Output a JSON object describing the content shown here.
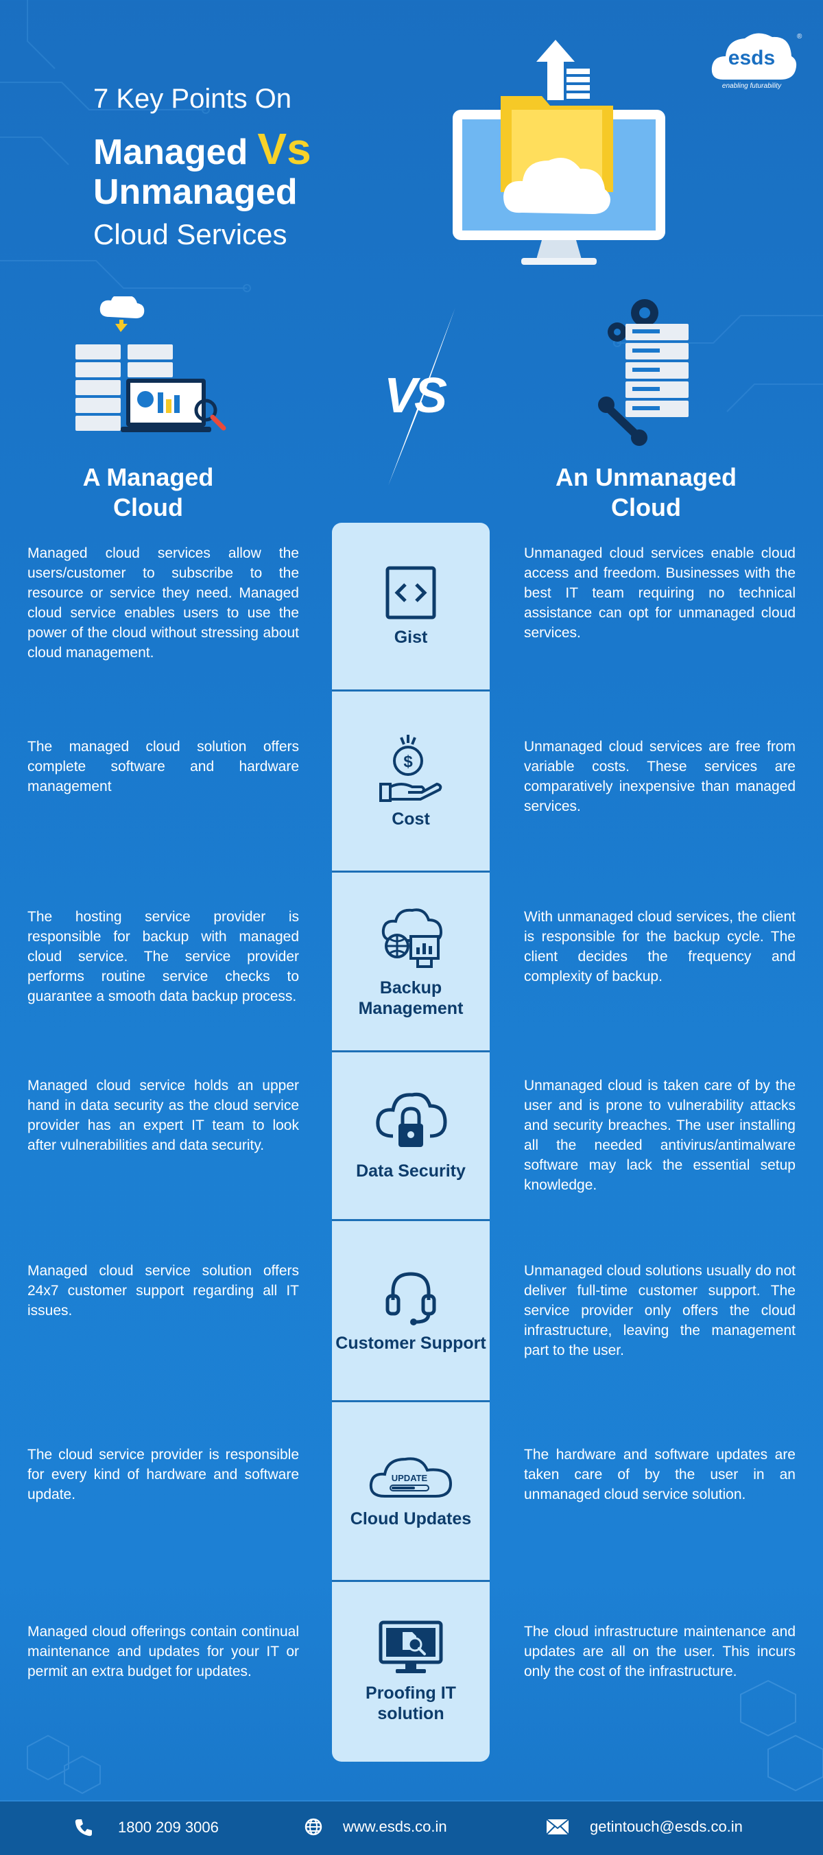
{
  "header": {
    "line1": "7 Key Points On",
    "line2": "Managed",
    "line2_vs": "Vs",
    "line3": "Unmanaged",
    "line4": "Cloud Services"
  },
  "logo": {
    "text": "esds",
    "tagline": "enabling futurability",
    "reg": "®"
  },
  "columns": {
    "managed_title_1": "A Managed",
    "managed_title_2": "Cloud",
    "unmanaged_title_1": "An Unmanaged",
    "unmanaged_title_2": "Cloud",
    "vs_badge": "VS"
  },
  "rows": [
    {
      "label": "Gist",
      "icon": "code-icon",
      "managed": "Managed cloud services allow the users/customer to subscribe to the resource or service they need. Managed cloud service enables users to use the power of the cloud without stressing about cloud management.",
      "unmanaged": "Unmanaged cloud services enable cloud access and freedom. Businesses with the best IT team requiring no technical assistance can opt for unmanaged cloud services."
    },
    {
      "label": "Cost",
      "icon": "dollar-hand-icon",
      "managed": "The managed cloud solution offers complete software and hardware management",
      "unmanaged": "Unmanaged cloud services are free from variable costs. These services are comparatively inexpensive than managed services."
    },
    {
      "label": "Backup Management",
      "icon": "cloud-backup-icon",
      "managed": "The hosting service provider is responsible for backup with managed cloud service. The service provider performs routine service checks to guarantee a smooth data backup process.",
      "unmanaged": "With unmanaged cloud services, the client is responsible for the backup cycle. The client decides the frequency and complexity of backup."
    },
    {
      "label": "Data Security",
      "icon": "cloud-lock-icon",
      "managed": "Managed cloud service holds an upper hand in data security as the cloud service provider has an expert IT team to look after vulnerabilities and data security.",
      "unmanaged": "Unmanaged cloud is taken care of by the user and is prone to vulnerability attacks and security breaches. The user installing all the needed antivirus/antimalware software may lack the essential setup knowledge."
    },
    {
      "label": "Customer Support",
      "icon": "headset-icon",
      "managed": "Managed cloud service solution offers 24x7 customer support regarding all IT issues.",
      "unmanaged": "Unmanaged cloud solutions usually do not deliver full-time customer support. The service provider only offers the cloud infrastructure, leaving the management part to the user."
    },
    {
      "label": "Cloud Updates",
      "icon": "cloud-update-icon",
      "icon_text": "UPDATE",
      "managed": "The cloud service provider is responsible for every kind of hardware and software update.",
      "unmanaged": "The hardware and software updates are taken care of by the user in an unmanaged cloud service solution."
    },
    {
      "label": "Proofing IT solution",
      "icon": "monitor-search-icon",
      "managed": "Managed cloud offerings contain continual maintenance and updates for your IT or permit an extra budget for updates.",
      "unmanaged": "The cloud infrastructure maintenance and updates are all on the user. This incurs only the cost of the infrastructure."
    }
  ],
  "footer": {
    "phone": "1800 209 3006",
    "website": "www.esds.co.in",
    "email": "getintouch@esds.co.in"
  },
  "colors": {
    "background": "#1a78cc",
    "accent": "#f7d229",
    "panel": "#cde8fa",
    "panel_text": "#0d3c6b",
    "footer": "#0f5a9c"
  }
}
